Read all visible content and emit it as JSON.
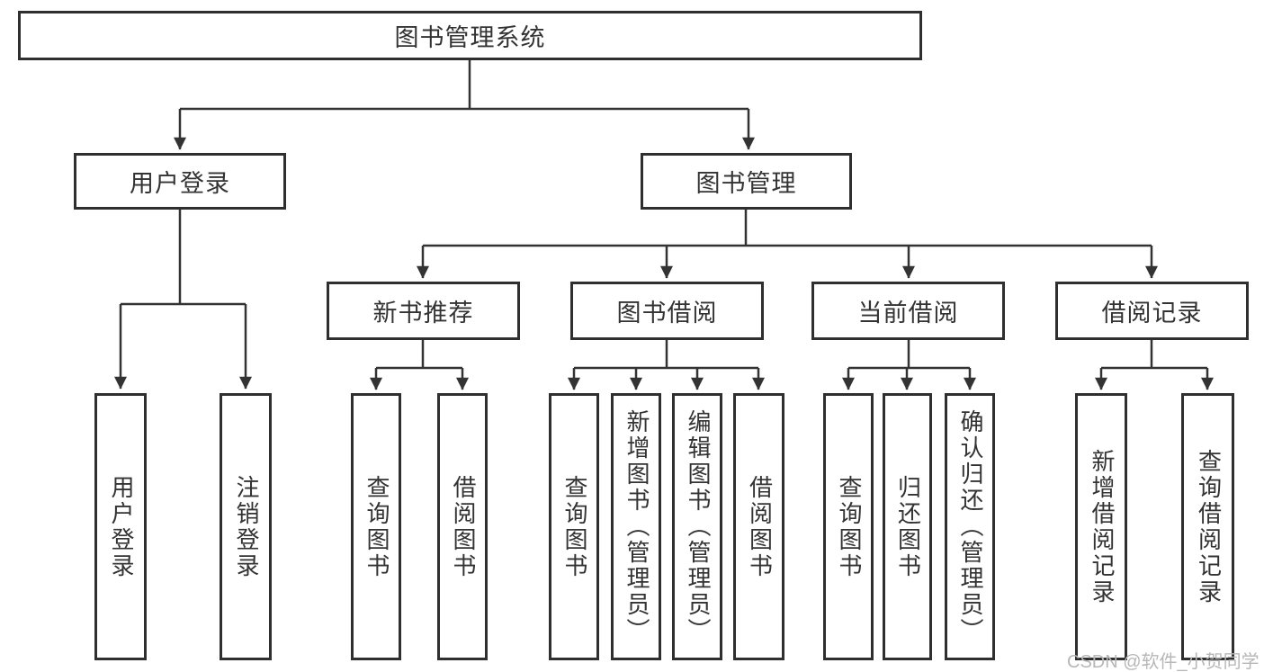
{
  "diagram_type": "tree",
  "tree": {
    "root": {
      "label": "图书管理系统"
    },
    "branches": [
      {
        "label": "用户登录",
        "children": [
          {
            "label": "用户登录"
          },
          {
            "label": "注销登录"
          }
        ]
      },
      {
        "label": "图书管理",
        "sections": [
          {
            "label": "新书推荐",
            "children": [
              {
                "label": "查询图书"
              },
              {
                "label": "借阅图书"
              }
            ]
          },
          {
            "label": "图书借阅",
            "children": [
              {
                "label": "查询图书"
              },
              {
                "label": "新增图书（管理员）"
              },
              {
                "label": "编辑图书（管理员）"
              },
              {
                "label": "借阅图书"
              }
            ]
          },
          {
            "label": "当前借阅",
            "children": [
              {
                "label": "查询图书"
              },
              {
                "label": "归还图书"
              },
              {
                "label": "确认归还（管理员）"
              }
            ]
          },
          {
            "label": "借阅记录",
            "children": [
              {
                "label": "新增借阅记录"
              },
              {
                "label": "查询借阅记录"
              }
            ]
          }
        ]
      }
    ]
  },
  "watermark": {
    "text": "CSDN @软件_小贺同学"
  },
  "colors": {
    "line": "#333333",
    "box_border": "#2f2f2f",
    "text": "#333333",
    "background": "#ffffff",
    "watermark": "#b7b7b7"
  }
}
